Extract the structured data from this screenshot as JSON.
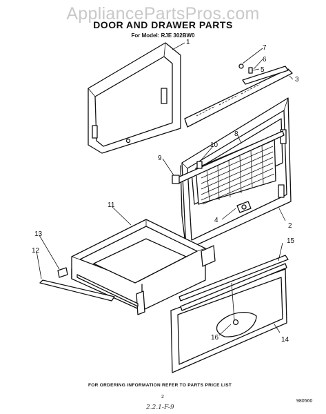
{
  "watermark": "AppliancePartsPros.com",
  "title": "DOOR AND DRAWER PARTS",
  "model_line": "For Model: RJE 302BW0",
  "parts": {
    "p1": "1",
    "p2": "2",
    "p3": "3",
    "p4": "4",
    "p5": "5",
    "p6": "6",
    "p7": "7",
    "p8": "8",
    "p9": "9",
    "p10": "10",
    "p11": "11",
    "p12": "12",
    "p13": "13",
    "p14": "14",
    "p15": "15",
    "p16": "16"
  },
  "footer_note": "FOR ORDERING INFORMATION REFER TO PARTS PRICE LIST",
  "page_number": "2",
  "handwritten_note": "2.2.1-F-9",
  "document_code": "980560"
}
